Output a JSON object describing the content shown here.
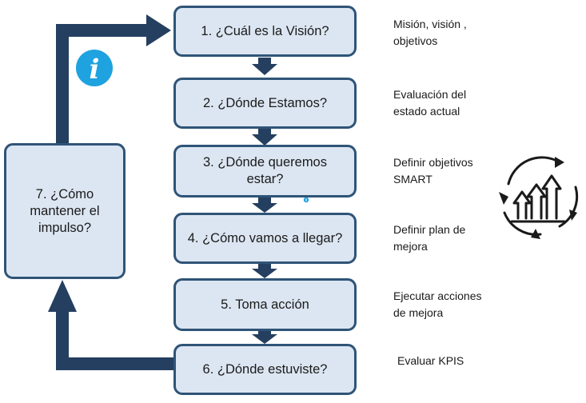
{
  "steps": [
    {
      "label": "1. ¿Cuál es la Visión?",
      "note": "Misión, visión ,\nobjetivos"
    },
    {
      "label": "2. ¿Dónde Estamos?",
      "note": "Evaluación del\nestado actual"
    },
    {
      "label": "3. ¿Dónde queremos\nestar?",
      "note": "Definir objetivos\nSMART"
    },
    {
      "label": "4. ¿Cómo vamos a llegar?",
      "note": "Definir plan de\nmejora"
    },
    {
      "label": "5. Toma acción",
      "note": "Ejecutar acciones\nde mejora"
    },
    {
      "label": "6. ¿Dónde estuviste?",
      "note": "Evaluar KPIS"
    }
  ],
  "loop_box": {
    "label": "7. ¿Cómo\nmantener el\nimpulso?"
  },
  "info_icon": {
    "glyph": "i",
    "name": "info-icon"
  },
  "colors": {
    "box_fill": "#dce6f2",
    "box_border": "#2f5477",
    "arrow": "#243f60",
    "info": "#1fa2e0"
  }
}
